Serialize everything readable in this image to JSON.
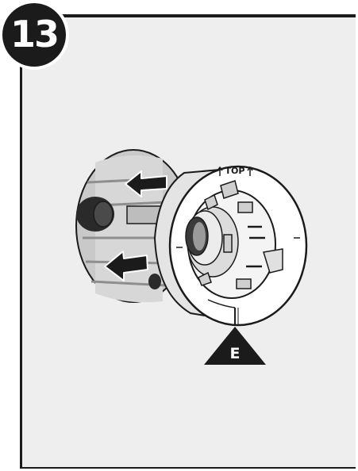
{
  "step": {
    "number": "13"
  },
  "illustration": {
    "ring_label": "TOP",
    "callout_label": "E"
  },
  "colors": {
    "ink": "#1b1b1b",
    "panel": "#efeeee",
    "housing": "#c9c9c9",
    "ring": "#ffffff"
  }
}
